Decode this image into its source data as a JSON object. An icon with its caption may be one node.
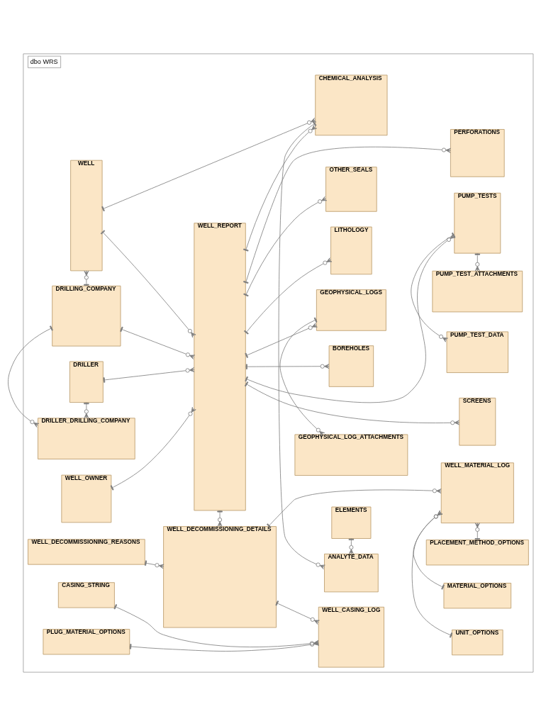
{
  "diagram": {
    "nodes": [
      {
        "text": [
          "dbo WRS"
        ]
      },
      {
        "text": [
          "WELL"
        ],
        "in": 0
      },
      {
        "text": [
          "WELL_REPORT"
        ],
        "in": 0
      },
      {
        "text": [
          "CHEMICAL_ANALYSIS"
        ],
        "in": 0
      },
      {
        "text": [
          "ANALYTE_DATA"
        ],
        "in": 0
      },
      {
        "text": [
          "ELEMENTS"
        ],
        "in": 0
      },
      {
        "text": [
          "BOREHOLES"
        ],
        "in": 0
      },
      {
        "text": [
          "DRILLING_COMPANY"
        ],
        "in": 0
      },
      {
        "text": [
          "GEOPHYSICAL_LOGS"
        ],
        "in": 0
      },
      {
        "text": [
          "GEOPHYSICAL_LOG_ATTACHMENTS"
        ],
        "in": 0
      },
      {
        "text": [
          "DRILLER_DRILLING_COMPANY"
        ],
        "in": 0
      },
      {
        "text": [
          "DRILLER"
        ],
        "in": 0
      },
      {
        "text": [
          "LITHOLOGY"
        ],
        "in": 0
      },
      {
        "text": [
          "WELL_DECOMMISSIONING_DETAILS"
        ],
        "in": 0
      },
      {
        "text": [
          "WELL_DECOMMISSIONING_REASONS"
        ],
        "in": 0
      },
      {
        "text": [
          "OTHER_SEALS"
        ],
        "in": 0
      },
      {
        "text": [
          "CASING_STRING"
        ],
        "in": 0
      },
      {
        "text": [
          "WELL_OWNER"
        ],
        "in": 0
      },
      {
        "text": [
          "SCREENS"
        ],
        "in": 0
      },
      {
        "text": [
          "PUMP_TESTS"
        ],
        "in": 0
      },
      {
        "text": [
          "PERFORATIONS"
        ],
        "in": 0
      },
      {
        "text": [
          "PLUG_MATERIAL_OPTIONS"
        ],
        "in": 0
      },
      {
        "text": [
          "WELL_CASING_LOG"
        ],
        "in": 0
      },
      {
        "text": [
          "WELL_MATERIAL_LOG"
        ],
        "in": 0
      },
      {
        "text": [
          "PLACEMENT_METHOD_OPTIONS"
        ],
        "in": 0
      },
      {
        "text": [
          "PUMP_TEST_DATA"
        ],
        "in": 0
      },
      {
        "text": [
          "PUMP_TEST_ATTACHMENTS"
        ],
        "in": 0
      },
      {
        "text": [
          "UNIT_OPTIONS"
        ],
        "in": 0
      },
      {
        "text": [
          "MATERIAL_OPTIONS"
        ],
        "in": 0
      }
    ],
    "edges": [
      {
        "from": 1,
        "to": 3,
        "arrow": "other"
      },
      {
        "from": 1,
        "to": 2,
        "arrow": "other"
      },
      {
        "from": 7,
        "to": 1,
        "arrow": "other"
      },
      {
        "from": 7,
        "to": 2,
        "arrow": "other"
      },
      {
        "from": 7,
        "to": 10,
        "arrow": "other"
      },
      {
        "from": 11,
        "to": 10,
        "arrow": "other"
      },
      {
        "from": 11,
        "to": 2,
        "arrow": "other"
      },
      {
        "from": 2,
        "to": 3,
        "arrow": "other"
      },
      {
        "from": 3,
        "to": 4,
        "arrow": "other"
      },
      {
        "from": 5,
        "to": 4,
        "arrow": "other"
      },
      {
        "from": 2,
        "to": 6,
        "arrow": "other"
      },
      {
        "from": 2,
        "to": 8,
        "arrow": "other"
      },
      {
        "from": 8,
        "to": 9,
        "arrow": "other"
      },
      {
        "from": 2,
        "to": 12,
        "arrow": "other"
      },
      {
        "from": 2,
        "to": 15,
        "arrow": "other"
      },
      {
        "from": 2,
        "to": 20,
        "arrow": "other"
      },
      {
        "from": 2,
        "to": 19,
        "arrow": "other"
      },
      {
        "from": 19,
        "to": 26,
        "arrow": "other"
      },
      {
        "from": 19,
        "to": 25,
        "arrow": "other"
      },
      {
        "from": 17,
        "to": 2,
        "arrow": "other"
      },
      {
        "from": 2,
        "to": 18,
        "arrow": "other"
      },
      {
        "from": 2,
        "to": 13,
        "arrow": "other"
      },
      {
        "from": 14,
        "to": 13,
        "arrow": "other"
      },
      {
        "from": 13,
        "to": 22,
        "arrow": "other"
      },
      {
        "from": 13,
        "to": 23,
        "arrow": "other"
      },
      {
        "from": 16,
        "to": 22,
        "arrow": "other"
      },
      {
        "from": 21,
        "to": 22,
        "arrow": "other"
      },
      {
        "from": 24,
        "to": 23,
        "arrow": "other"
      },
      {
        "from": 28,
        "to": 23,
        "arrow": "other"
      },
      {
        "from": 27,
        "to": 23,
        "arrow": "other"
      }
    ]
  }
}
